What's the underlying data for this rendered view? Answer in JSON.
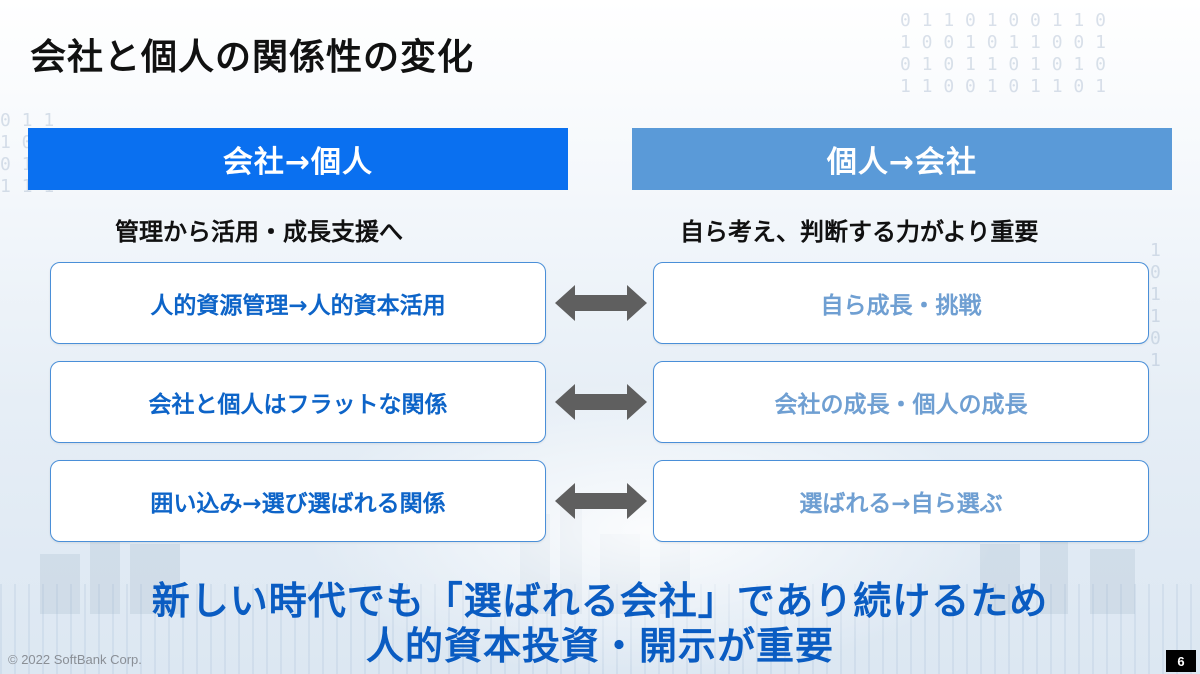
{
  "title": "会社と個人の関係性の変化",
  "left_column": {
    "header": "会社→個人",
    "subtitle": "管理から活用・成長支援へ",
    "items": [
      "人的資源管理→人的資本活用",
      "会社と個人はフラットな関係",
      "囲い込み→選び選ばれる関係"
    ]
  },
  "right_column": {
    "header": "個人→会社",
    "subtitle": "自ら考え、判断する力がより重要",
    "items": [
      "自ら成長・挑戦",
      "会社の成長・個人の成長",
      "選ばれる→自ら選ぶ"
    ]
  },
  "conclusion": {
    "line1": "新しい時代でも「選ばれる会社」であり続けるため",
    "line2": "人的資本投資・開示が重要"
  },
  "footer": {
    "copyright": "© 2022 SoftBank Corp.",
    "page_number": "6"
  },
  "colors": {
    "left_header": "#0a70f0",
    "right_header": "#5a9ad8",
    "left_text": "#0d64c8",
    "right_text": "#6f9fd2",
    "conclusion_text": "#0a5cc2",
    "arrow": "#5f5f5f"
  }
}
